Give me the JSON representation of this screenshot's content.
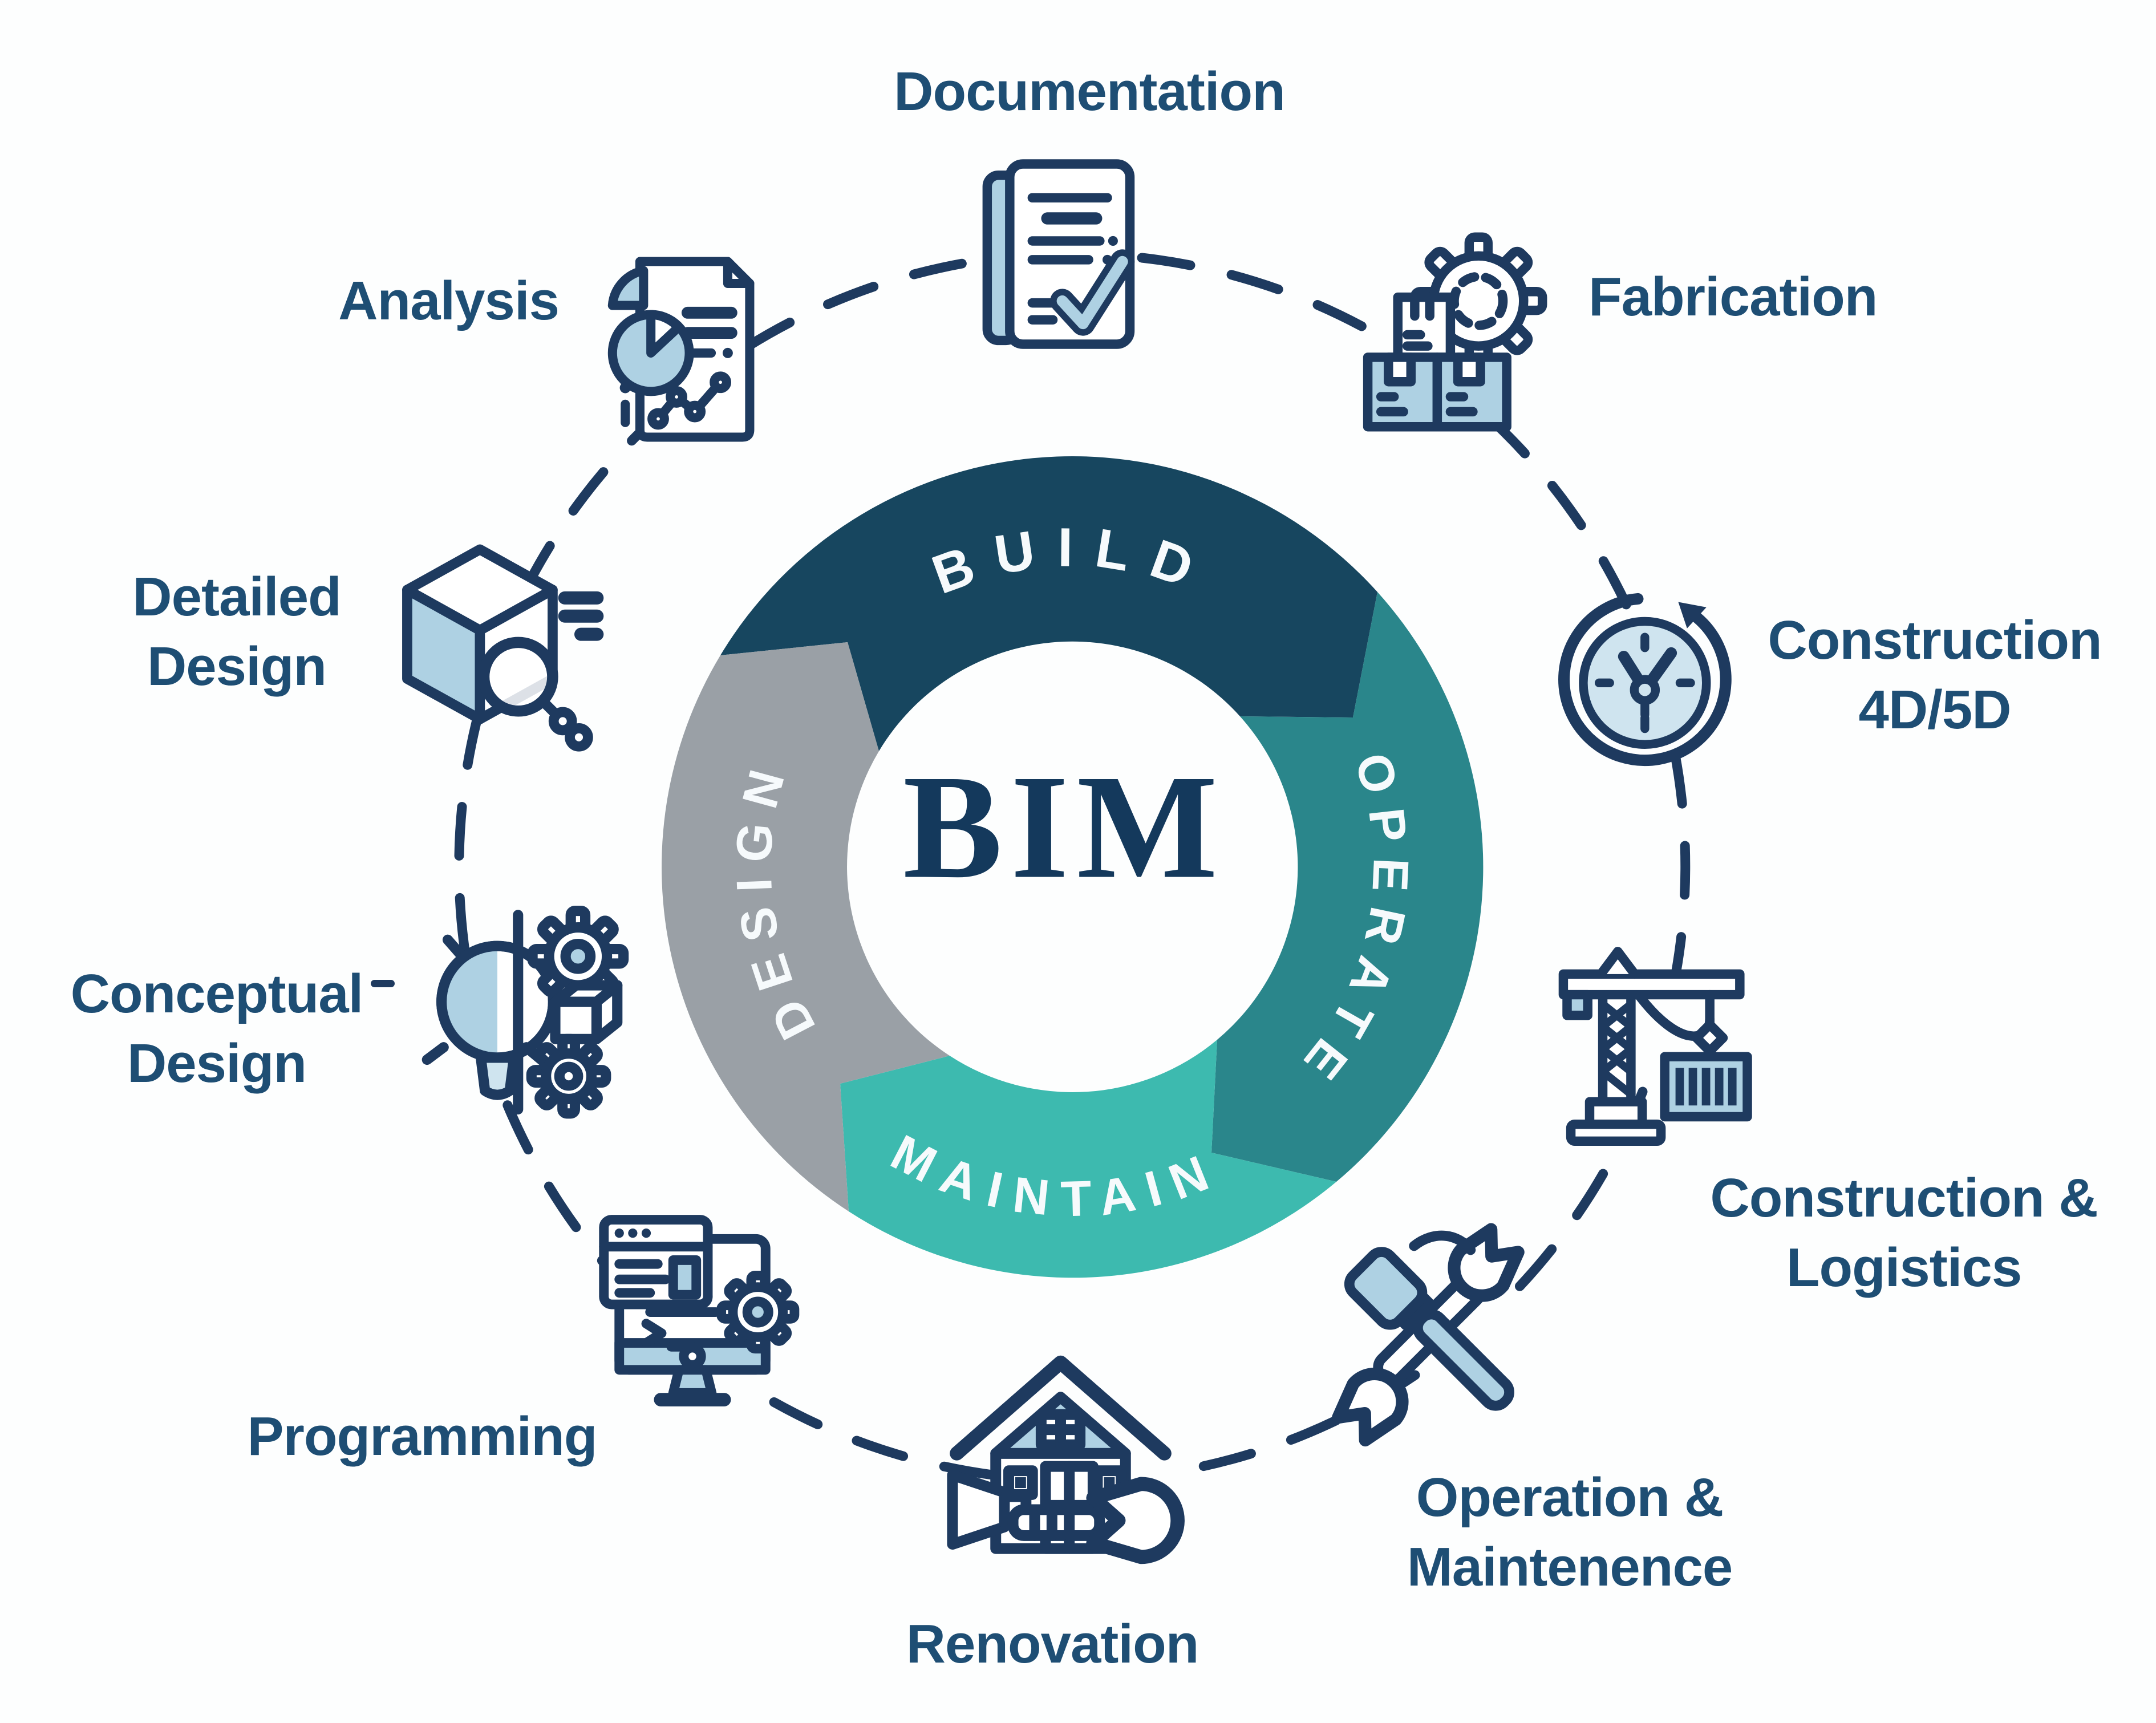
{
  "center": {
    "label": "BIM"
  },
  "ring": {
    "segments": [
      {
        "label": "BUILD",
        "color": "#17465f"
      },
      {
        "label": "OPERATE",
        "color": "#2a868b"
      },
      {
        "label": "MAINTAIN",
        "color": "#3dbaaf"
      },
      {
        "label": "DESIGN",
        "color": "#9aa0a6"
      }
    ]
  },
  "nodes": [
    {
      "id": "analysis",
      "icon": "analysis-document-icon",
      "lines": [
        "Analysis"
      ]
    },
    {
      "id": "documentation",
      "icon": "document-checklist-icon",
      "lines": [
        "Documentation"
      ]
    },
    {
      "id": "fabrication",
      "icon": "boxes-gear-icon",
      "lines": [
        "Fabrication"
      ]
    },
    {
      "id": "construction-4d-5d",
      "icon": "clock-cycle-icon",
      "lines": [
        "Construction",
        "4D/5D"
      ]
    },
    {
      "id": "construction-logistics",
      "icon": "tower-crane-icon",
      "lines": [
        "Construction &",
        "Logistics"
      ]
    },
    {
      "id": "operation-maintenance",
      "icon": "hammer-wrench-icon",
      "lines": [
        "Operation &",
        "Maintenence"
      ]
    },
    {
      "id": "renovation",
      "icon": "house-wrench-icon",
      "lines": [
        "Renovation"
      ]
    },
    {
      "id": "programming",
      "icon": "monitor-gear-icon",
      "lines": [
        "Programming"
      ]
    },
    {
      "id": "conceptual-design",
      "icon": "lightbulb-gears-icon",
      "lines": [
        "Conceptual",
        "Design"
      ]
    },
    {
      "id": "detailed-design",
      "icon": "cube-magnifier-icon",
      "lines": [
        "Detailed",
        "Design"
      ]
    }
  ],
  "colors": {
    "outline": "#1e3a5f",
    "icon_fill_light": "#aed1e3",
    "icon_fill_pale": "#cfe4ef",
    "label_text": "#1e4e74",
    "center_text": "#14395c",
    "ring_text": "#ffffff",
    "background": "#fdfefe"
  }
}
